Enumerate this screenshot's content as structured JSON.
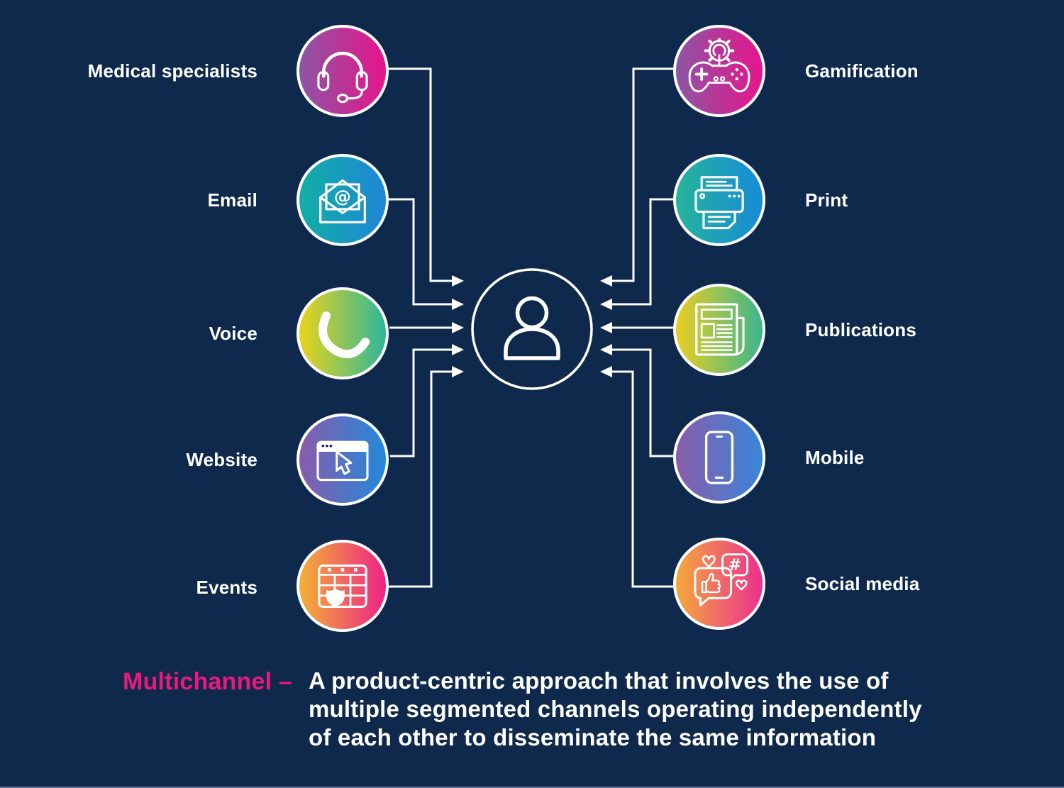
{
  "colors": {
    "background": "#0e294c",
    "line": "#ffffff",
    "accent_pink": "#e9197f",
    "label_text": "#ffffff"
  },
  "channels": {
    "left": [
      {
        "label": "Medical specialists",
        "icon": "headset-icon",
        "gradient": [
          "#8d55a4",
          "#e6158b"
        ]
      },
      {
        "label": "Email",
        "icon": "email-icon",
        "gradient": [
          "#12afa6",
          "#1e86d6"
        ]
      },
      {
        "label": "Voice",
        "icon": "phone-icon",
        "gradient": [
          "#ead31b",
          "#2eb79c"
        ]
      },
      {
        "label": "Website",
        "icon": "browser-icon",
        "gradient": [
          "#8a5bab",
          "#2189d9"
        ]
      },
      {
        "label": "Events",
        "icon": "calendar-shield-icon",
        "gradient": [
          "#f3b135",
          "#ee2288"
        ]
      }
    ],
    "right": [
      {
        "label": "Gamification",
        "icon": "game-controller-icon",
        "gradient": [
          "#8d55a4",
          "#e6158b"
        ]
      },
      {
        "label": "Print",
        "icon": "printer-icon",
        "gradient": [
          "#27b49b",
          "#158bd8"
        ]
      },
      {
        "label": "Publications",
        "icon": "newspaper-icon",
        "gradient": [
          "#e9cf22",
          "#3bb58f"
        ]
      },
      {
        "label": "Mobile",
        "icon": "smartphone-icon",
        "gradient": [
          "#8a5bab",
          "#3a86d8"
        ]
      },
      {
        "label": "Social media",
        "icon": "social-chat-icon",
        "gradient": [
          "#f4a93c",
          "#eb2f90"
        ]
      }
    ]
  },
  "center": {
    "icon": "person-icon"
  },
  "definition": {
    "term": "Multichannel –",
    "lines": [
      "A product-centric approach that involves the use of",
      "multiple segmented channels operating independently",
      "of each other to disseminate the same information"
    ]
  }
}
